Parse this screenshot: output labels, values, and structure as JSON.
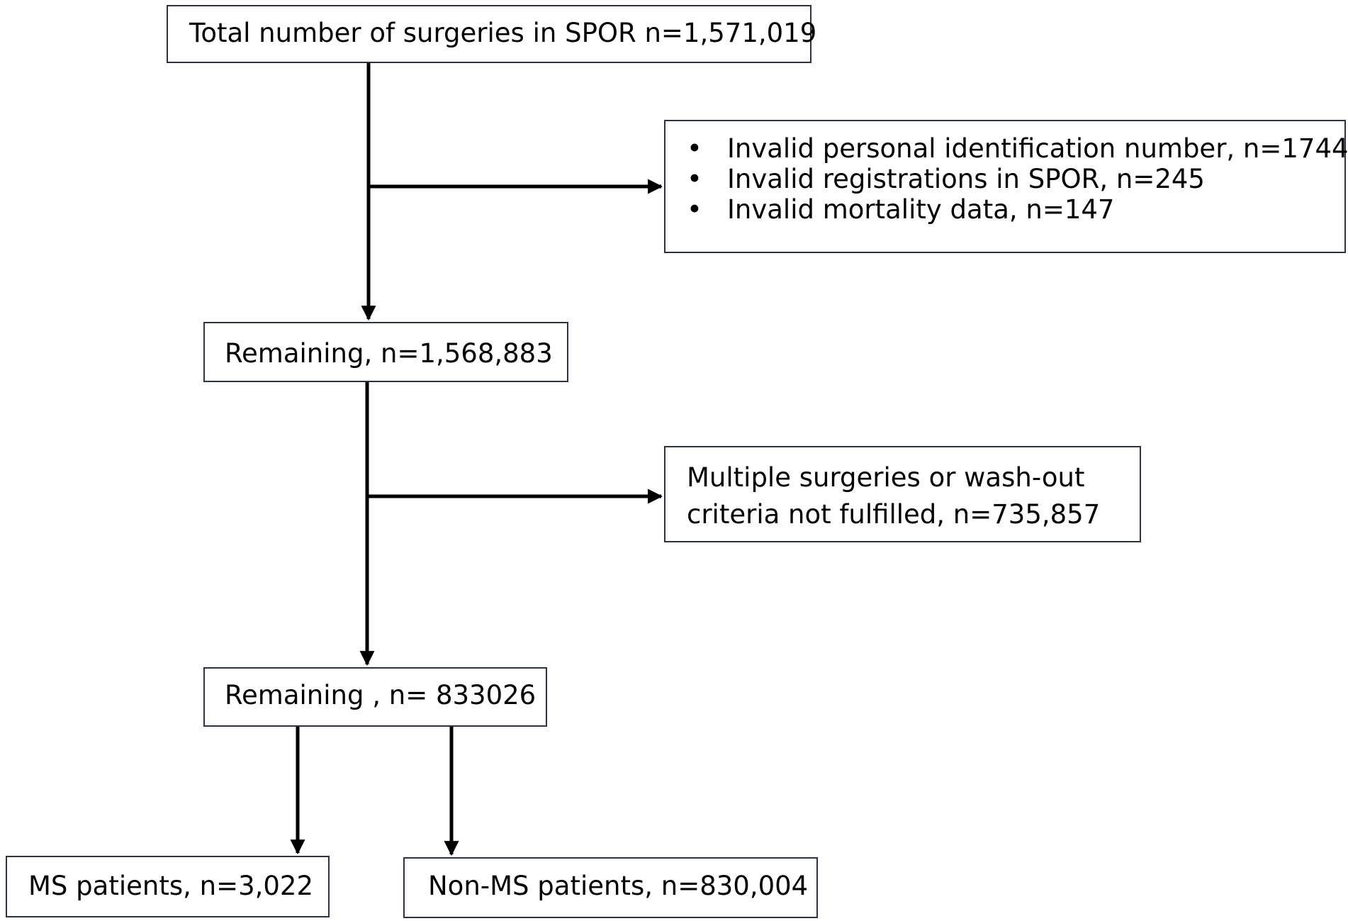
{
  "nodes": {
    "total": "Total number of surgeries in SPOR n=1,571,019",
    "exclusion1": {
      "bullet": "•",
      "items": [
        "Invalid personal identification number, n=1744",
        "Invalid registrations in SPOR, n=245",
        "Invalid mortality data, n=147"
      ]
    },
    "remaining1": "Remaining, n=1,568,883",
    "exclusion2": "Multiple surgeries or wash-out criteria not fulfilled, n=735,857",
    "remaining2": "Remaining , n= 833026",
    "ms": "MS patients, n=3,022",
    "non_ms": "Non-MS patients, n=830,004"
  },
  "colors": {
    "line": "#000000",
    "box_border": "#2d3340",
    "text": "#000000",
    "background": "#ffffff"
  }
}
